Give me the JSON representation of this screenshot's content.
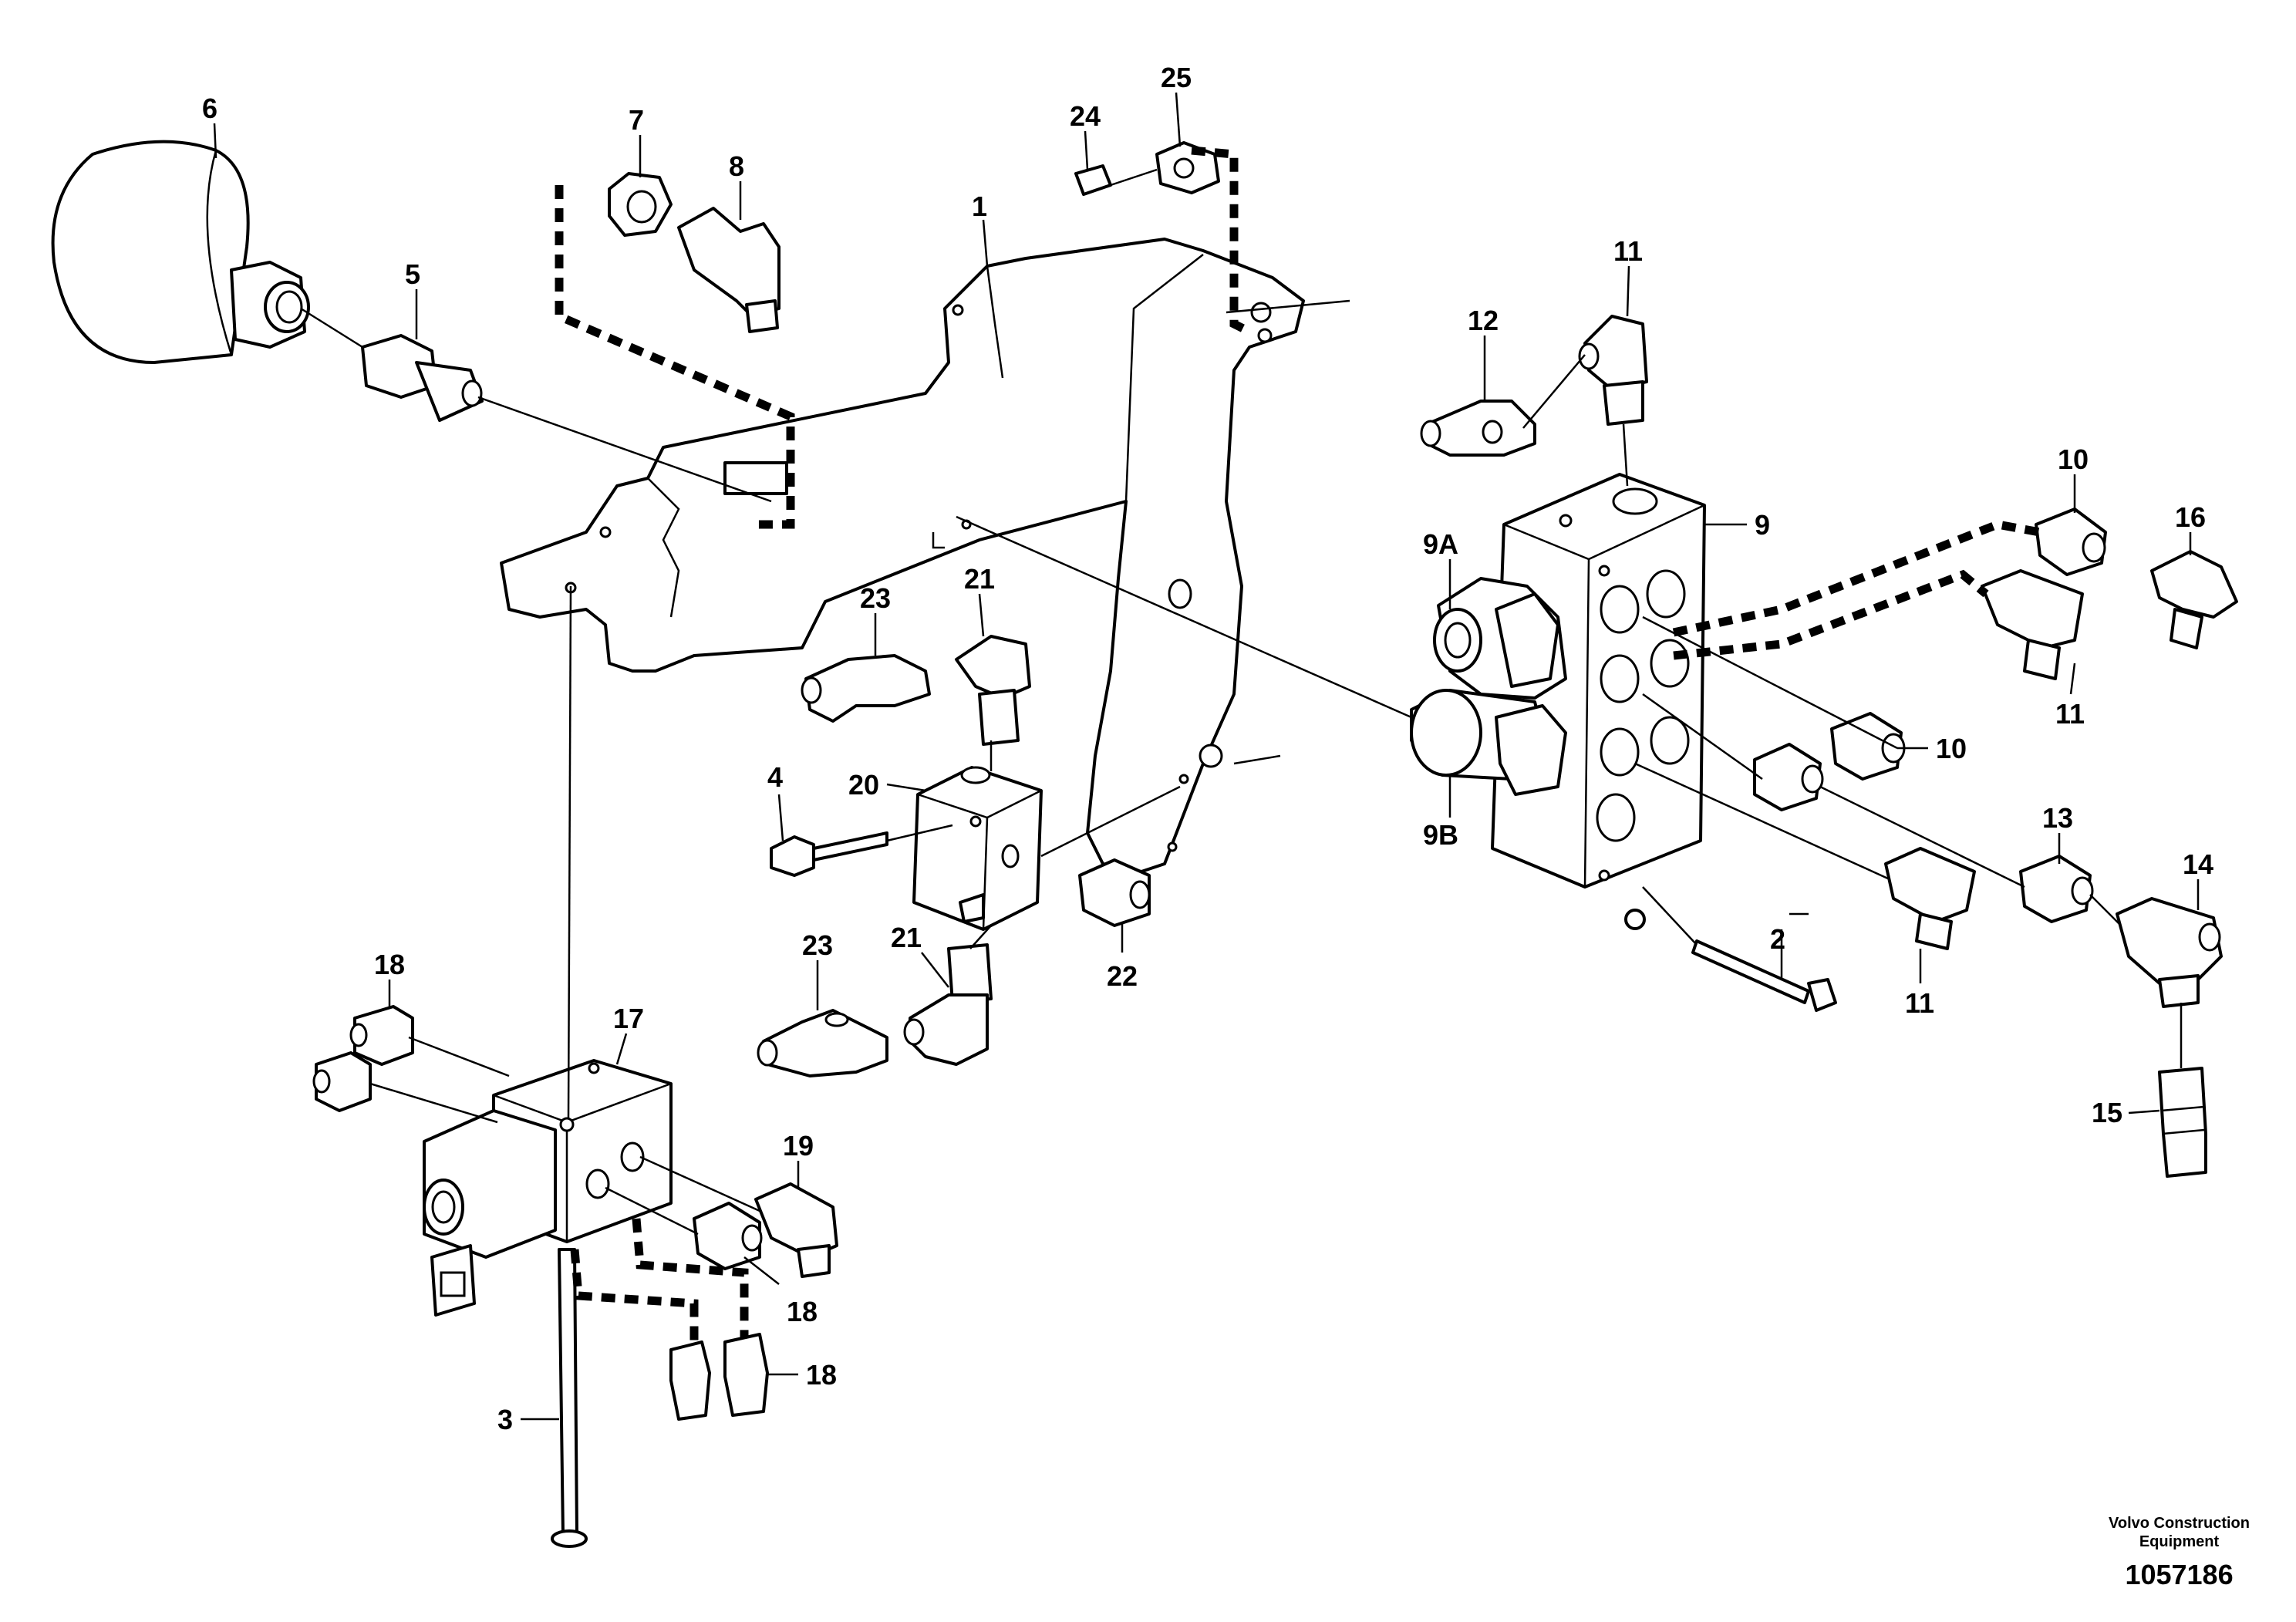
{
  "labels": {
    "p1": "1",
    "p2": "2",
    "p3": "3",
    "p4": "4",
    "p5": "5",
    "p6": "6",
    "p7": "7",
    "p8": "8",
    "p9": "9",
    "p9A": "9A",
    "p9B": "9B",
    "p10a": "10",
    "p10b": "10",
    "p11a": "11",
    "p11b": "11",
    "p11c": "11",
    "p12": "12",
    "p13": "13",
    "p14": "14",
    "p15": "15",
    "p16": "16",
    "p17": "17",
    "p18a": "18",
    "p18b": "18",
    "p18c": "18",
    "p19": "19",
    "p20": "20",
    "p21a": "21",
    "p21b": "21",
    "p22": "22",
    "p23a": "23",
    "p23b": "23",
    "p24": "24",
    "p25": "25"
  },
  "footer": {
    "brand_line1": "Volvo Construction",
    "brand_line2": "Equipment",
    "drawing_number": "1057186"
  }
}
